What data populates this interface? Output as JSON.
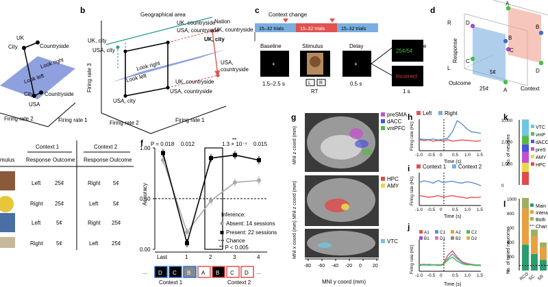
{
  "panels": {
    "b": "b",
    "c": "c",
    "d": "d",
    "f": "f",
    "g": "g",
    "h": "h",
    "i": "i",
    "j": "j",
    "k": "k",
    "l": "l"
  },
  "panel_a": {
    "uk": "UK",
    "city_top": "City",
    "countryside_top": "Countryside",
    "look_right": "Look right",
    "look_left": "Look left",
    "city_bottom": "City",
    "countryside_bottom": "Countryside",
    "usa": "USA",
    "fr2": "Firing rate 2",
    "fr1": "Firing rate 1"
  },
  "panel_b": {
    "geo": "Geographical area",
    "nation": "Nation",
    "uk_country_top": "UK, countryside",
    "usa_country_top": "USA, countryside",
    "uk_city_l": "UK, city",
    "usa_city_l": "USA, city",
    "uk_country_r": "UK, countryside",
    "uk_city_r": "UK, city",
    "usa_country_r1": "USA,",
    "usa_country_r2": "countryside",
    "look_right": "Look right",
    "look_left": "Look left",
    "uk_country_mid": "UK, countryside",
    "usa_country_bottom": "USA, countryside",
    "usa_city_bottom": "USA, city",
    "fr3": "Firing rate 3",
    "fr2": "Firing rate 2",
    "fr1": "Firing rate 1"
  },
  "panel_c": {
    "context_change": "Context change",
    "trials": [
      "15–32 trials",
      "15–32 trials",
      "15–32 trials"
    ],
    "baseline": "Baseline",
    "stimulus": "Stimulus",
    "delay": "Delay",
    "outcome": "Outcome",
    "t_baseline": "1.5–2.5 s",
    "t_delay": "0.5 s",
    "rt": "RT",
    "key_l": "L",
    "key_r": "R",
    "reward": "25¢/5¢",
    "incorrect": "Incorrect",
    "t_outcome": "1 s"
  },
  "panel_d": {
    "r": "R",
    "l": "L",
    "response": "Response",
    "outcome": "Outcome",
    "context": "Context",
    "c25": "25¢",
    "c5": "5¢",
    "points": [
      "A",
      "B",
      "C",
      "D",
      "A",
      "B",
      "C",
      "D"
    ]
  },
  "table": {
    "context1": "Context 1",
    "context2": "Context 2",
    "headers": [
      "mulus",
      "Response",
      "Outcome",
      "Response",
      "Outcome"
    ],
    "rows": [
      {
        "r1": "Left",
        "o1": "25¢",
        "r2": "Right",
        "o2": "5¢"
      },
      {
        "r1": "Right",
        "o1": "25¢",
        "r2": "Left",
        "o2": "5¢"
      },
      {
        "r1": "Left",
        "o1": "5¢",
        "r2": "Right",
        "o2": "25¢"
      },
      {
        "r1": "Right",
        "o1": "5¢",
        "r2": "Left",
        "o2": "25¢"
      }
    ]
  },
  "panel_f": {
    "ylabel": "Accuracy",
    "p_labels": [
      "P = 0.018",
      "0.012",
      "**",
      "1.3 × 10⁻⁴",
      "0.015"
    ],
    "legend_title": "Inference:",
    "absent": "Absent: 14 sessions",
    "present": "Present: 22 sessions",
    "chance": "Chance",
    "psig": "** P < 0.005",
    "seq": [
      "D",
      "C",
      "B",
      "A",
      "B",
      "C",
      "D"
    ],
    "context1": "Context 1",
    "context2": "Context 2"
  },
  "panel_g": {
    "legend1": [
      "preSMA",
      "dACC",
      "vmPFC"
    ],
    "legend2": [
      "HPC",
      "AMY"
    ],
    "legend3": [
      "VTC"
    ],
    "ylabel1": "MNI z coord (mm)",
    "ylabel2": "MNI z coord (mm)",
    "ylabel3": "MNI x coord (mm)",
    "xlabel": "MNI y coord (mm)"
  },
  "panel_h": {
    "left": "Left",
    "right": "Right",
    "ylabel": "Firing rate (Hz)",
    "xlabel": "Time (s)"
  },
  "panel_i": {
    "context1": "Context 1",
    "context2": "Context 2",
    "ylabel": "Firing rate (Hz)",
    "xlabel": "Time (s)"
  },
  "panel_j": {
    "legend": [
      "A1",
      "C1",
      "A2",
      "C2",
      "B1",
      "D1",
      "B2",
      "D2"
    ],
    "ylabel": "Firing rate (Hz)",
    "xlabel": "Time (s)"
  },
  "panel_k": {
    "ylabel": "No. of neurons",
    "legend": [
      "VTC",
      "vmP",
      "dACC",
      "preS",
      "AMY",
      "HPC"
    ]
  },
  "panel_l": {
    "ylabel": "No. of tuned neurons",
    "legend": [
      "Main",
      "Intera",
      "Both",
      "Chan"
    ],
    "categories": [
      "RCO",
      "SC",
      "SR"
    ]
  },
  "colors": {
    "blue": "#5b8fd6",
    "red": "#e0524f",
    "plane_blue": "#7a8fd8",
    "teal": "#2a9d8f",
    "green_reward": "#3ec43e",
    "incorrect": "#e23b3b"
  },
  "chart_data": [
    {
      "type": "line",
      "title": "",
      "xlabel": "",
      "ylabel": "Accuracy",
      "categories": [
        "Last",
        "1",
        "2",
        "3",
        "4"
      ],
      "ylim": [
        0,
        1
      ],
      "series": [
        {
          "name": "Absent: 14 sessions",
          "values": [
            0.88,
            0.17,
            0.48,
            0.66,
            0.68
          ]
        },
        {
          "name": "Present: 22 sessions",
          "values": [
            0.95,
            0.06,
            0.9,
            0.93,
            0.88
          ]
        }
      ],
      "chance": 0.5
    },
    {
      "type": "bar",
      "title": "",
      "ylabel": "No. of neurons",
      "ylim": [
        0,
        3000
      ],
      "yticks": [
        0,
        1000,
        2000,
        3000
      ],
      "series": [
        {
          "name": "HPC",
          "values": [
            600
          ]
        },
        {
          "name": "AMY",
          "values": [
            420
          ]
        },
        {
          "name": "preS",
          "values": [
            500
          ]
        },
        {
          "name": "dACC",
          "values": [
            350
          ]
        },
        {
          "name": "vmP",
          "values": [
            400
          ]
        },
        {
          "name": "VTC",
          "values": [
            750
          ]
        }
      ]
    },
    {
      "type": "bar",
      "title": "",
      "ylabel": "No. of tuned neurons",
      "categories": [
        "RCO",
        "SC",
        "SR"
      ],
      "ylim": [
        0,
        1000
      ],
      "yticks": [
        0,
        200,
        400,
        600,
        800,
        1000
      ],
      "series": [
        {
          "name": "Main",
          "values": [
            360,
            230,
            150
          ]
        },
        {
          "name": "Intera",
          "values": [
            500,
            240,
            170
          ]
        },
        {
          "name": "Both",
          "values": [
            150,
            100,
            70
          ]
        }
      ]
    }
  ]
}
